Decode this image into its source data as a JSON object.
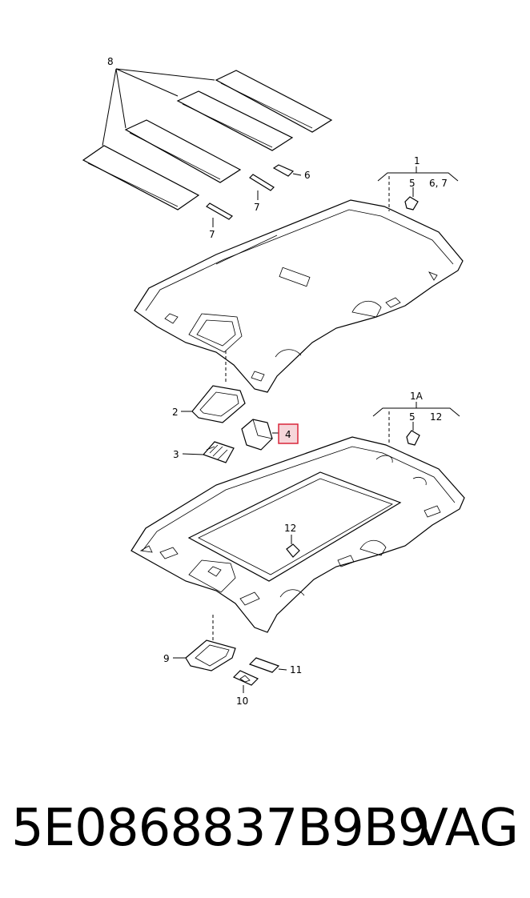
{
  "callouts": {
    "c8": "8",
    "c6_top": "6",
    "c7_a": "7",
    "c7_b": "7",
    "c1": "1",
    "c5_top": "5",
    "c67": "6, 7",
    "c2": "2",
    "c3": "3",
    "c4": "4",
    "c1A": "1A",
    "c5_bot": "5",
    "c12_right": "12",
    "c12_mid": "12",
    "c9": "9",
    "c11": "11",
    "c10": "10"
  },
  "footer": {
    "part_number": "5E0868837B9B9",
    "brand": "VAG"
  },
  "colors": {
    "highlight_border": "#d9263a",
    "highlight_fill": "#f6d6da"
  }
}
